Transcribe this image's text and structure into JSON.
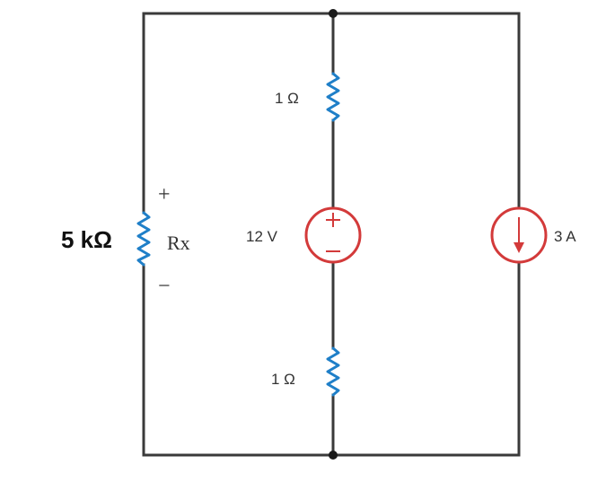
{
  "components": {
    "rx": {
      "value_label": "5 kΩ",
      "name_label": "Rx",
      "plus": "+",
      "minus": "−"
    },
    "r_top": {
      "label": "1 Ω"
    },
    "r_bottom": {
      "label": "1 Ω"
    },
    "voltage_source": {
      "label": "12 V",
      "plus": "+",
      "minus": "−"
    },
    "current_source": {
      "label": "3 A"
    }
  },
  "colors": {
    "wire": "#3a3a3a",
    "resistor": "#1f7fc8",
    "source": "#d33a3a"
  }
}
